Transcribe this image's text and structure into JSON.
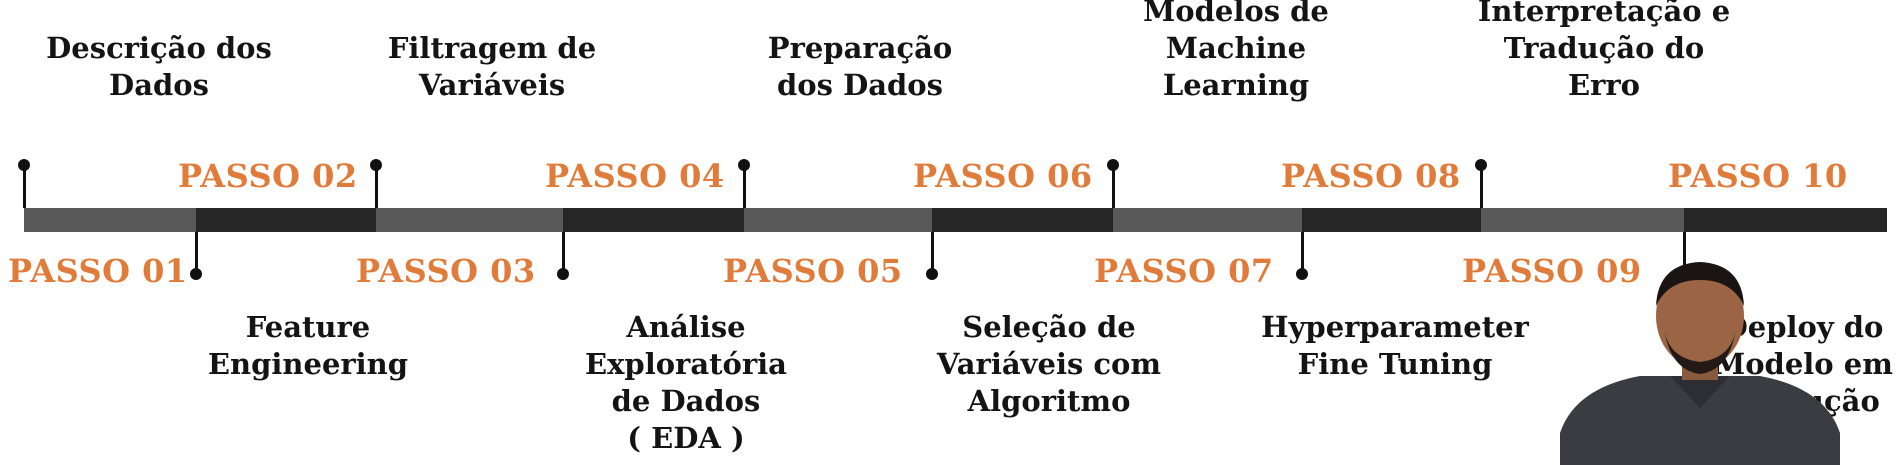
{
  "steps": [
    {
      "label": "PASSO 01",
      "desc": "Descrição dos\nDados"
    },
    {
      "label": "PASSO 02",
      "desc": "Feature\nEngineering"
    },
    {
      "label": "PASSO 03",
      "desc": "Filtragem de\nVariáveis"
    },
    {
      "label": "PASSO 04",
      "desc": "Análise\nExploratória\nde Dados\n( EDA )"
    },
    {
      "label": "PASSO 05",
      "desc": "Preparação\ndos Dados"
    },
    {
      "label": "PASSO 06",
      "desc": "Seleção de\nVariáveis com\nAlgoritmo"
    },
    {
      "label": "PASSO 07",
      "desc": "Modelos de\nMachine\nLearning"
    },
    {
      "label": "PASSO 08",
      "desc": "Hyperparameter\nFine Tuning"
    },
    {
      "label": "PASSO 09",
      "desc": "Interpretação e\nTradução do\nErro"
    },
    {
      "label": "PASSO 10",
      "desc": "Deploy do\nModelo em\nProdução"
    }
  ],
  "colors": {
    "accent": "#e07b39",
    "bar_light": "#595959",
    "bar_dark": "#262626",
    "ink": "#111111"
  }
}
